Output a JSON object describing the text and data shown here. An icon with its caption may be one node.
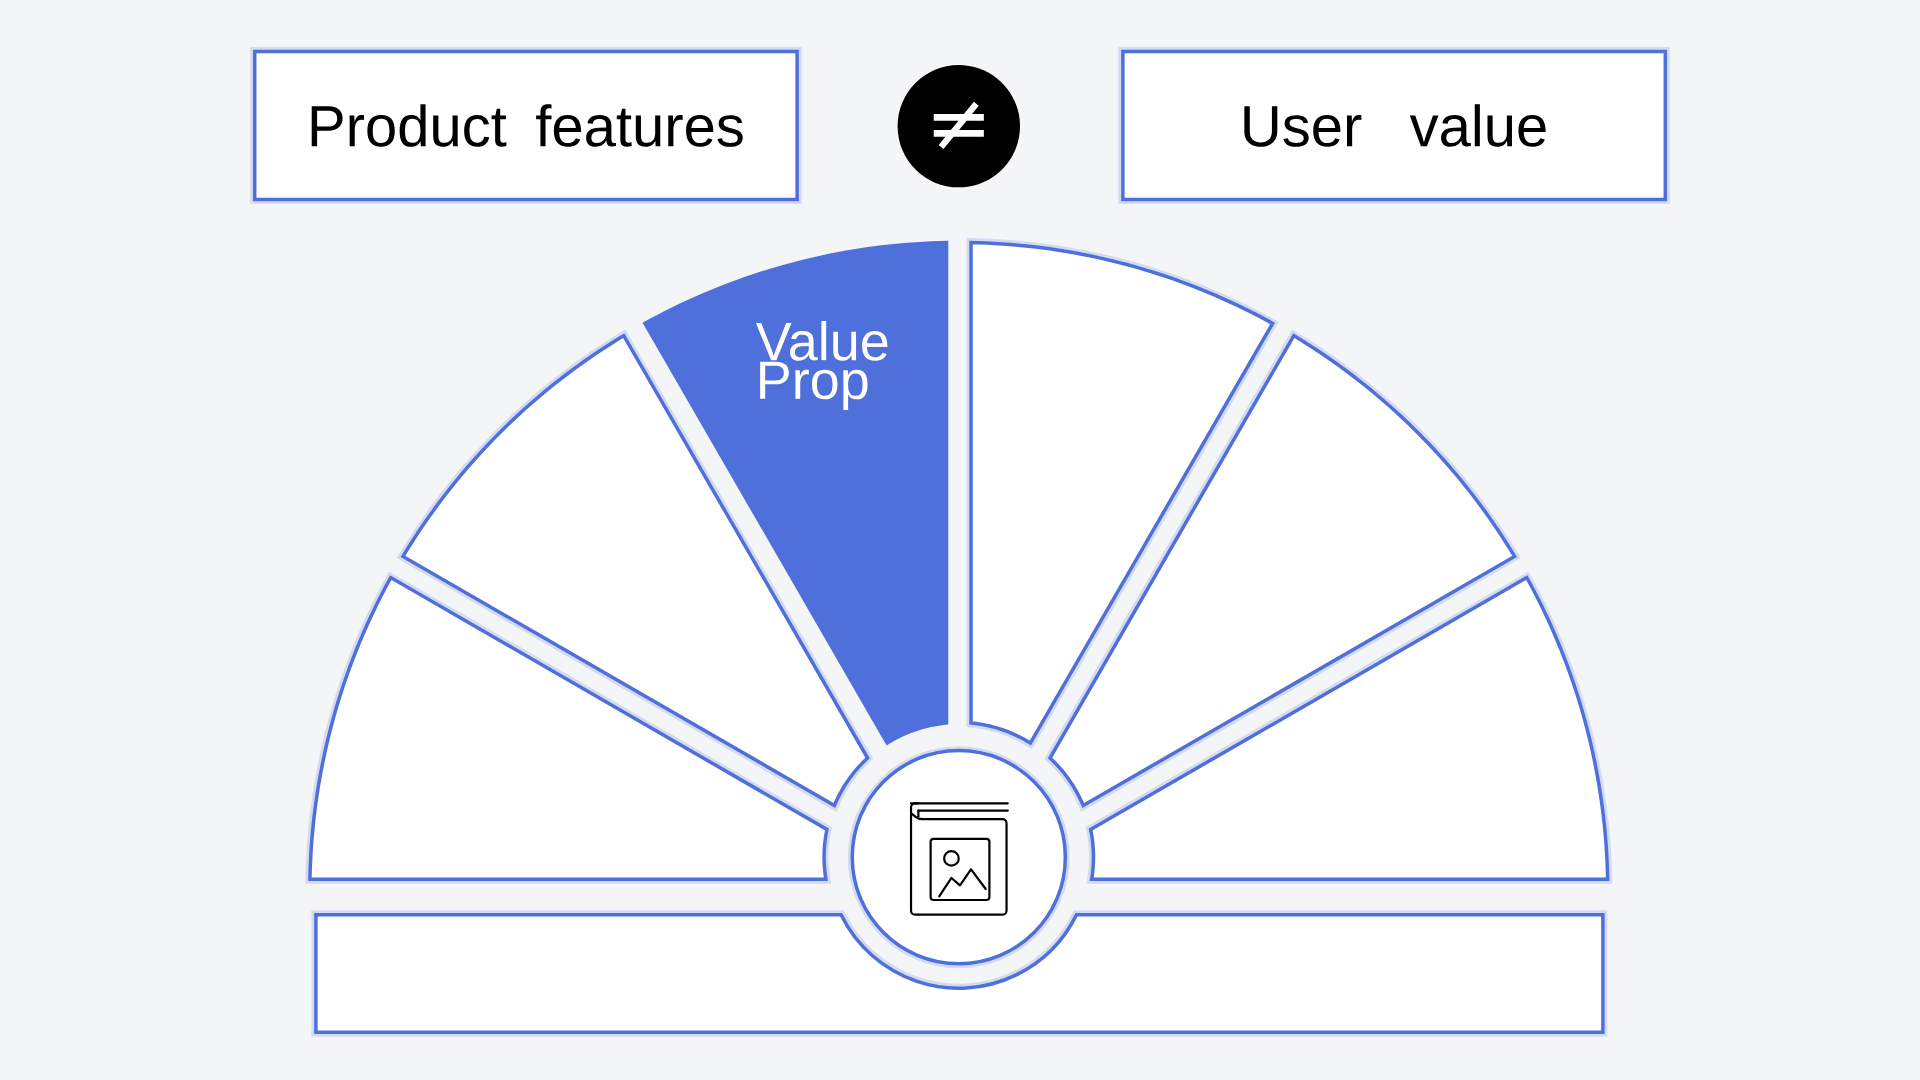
{
  "diagram": {
    "nodes": [
      {
        "text": [
          "Product features"
        ]
      },
      {
        "text": [
          "≠"
        ]
      },
      {
        "text": [
          "User value"
        ]
      },
      {
        "text": [],
        "shape": "sector"
      },
      {
        "text": [],
        "shape": "sector"
      },
      {
        "text": [
          "Value Prop"
        ]
      },
      {
        "text": [],
        "shape": "sector"
      },
      {
        "text": [],
        "shape": "sector"
      },
      {
        "text": [],
        "shape": "sector"
      },
      {
        "text": [],
        "shape": "circle"
      },
      {
        "text": [],
        "shape": "bar"
      }
    ]
  }
}
